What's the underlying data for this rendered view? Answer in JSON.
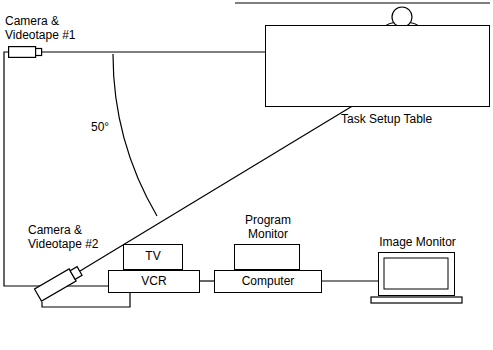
{
  "diagram": {
    "nodes": [
      {
        "text": [
          "Camera & Videotape #1"
        ]
      },
      {
        "text": [
          "Task Setup Table"
        ]
      },
      {
        "text": [
          "Camera & Videotape #2"
        ]
      },
      {
        "text": [
          "TV"
        ]
      },
      {
        "text": [
          "Program Monitor"
        ]
      },
      {
        "text": [
          "VCR"
        ]
      },
      {
        "text": [
          "Computer"
        ]
      },
      {
        "text": [
          "Image Monitor"
        ]
      }
    ],
    "edges": [
      {
        "from": 0,
        "to": 5,
        "arrow": "none"
      },
      {
        "from": 2,
        "to": 5,
        "arrow": "none"
      },
      {
        "from": 5,
        "to": 6,
        "arrow": "none"
      },
      {
        "from": 6,
        "to": 7,
        "arrow": "none"
      }
    ],
    "labels": [
      "50°"
    ]
  }
}
